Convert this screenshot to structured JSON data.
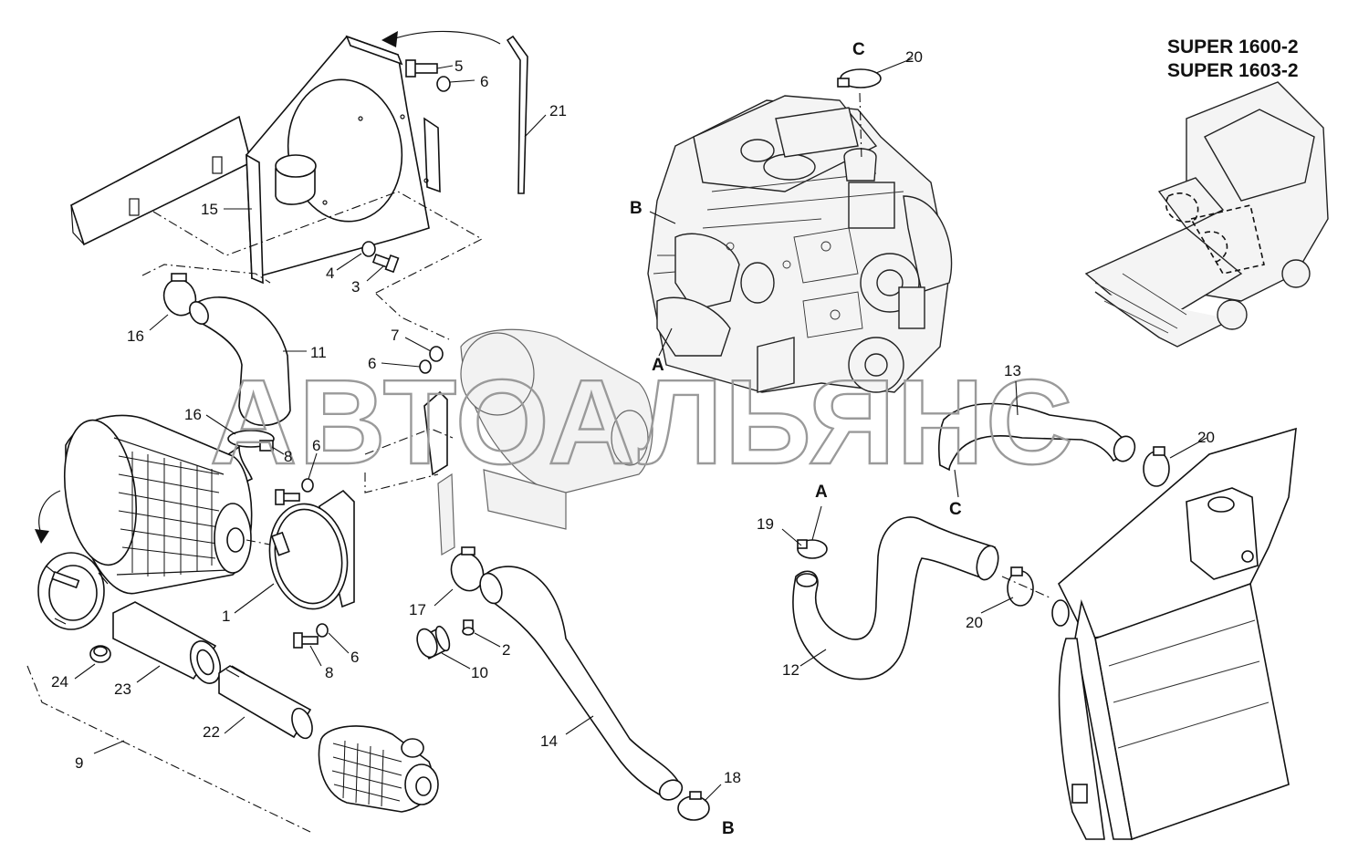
{
  "watermark": "АВТОАЛЬЯНС",
  "models": [
    "SUPER 1600-2",
    "SUPER 1603-2"
  ],
  "callouts": {
    "c5": "5",
    "c6a": "6",
    "c21": "21",
    "c15": "15",
    "c4": "4",
    "c3": "3",
    "c16a": "16",
    "c11": "11",
    "c7": "7",
    "c6b": "6",
    "c16b": "16",
    "c8a": "8",
    "c6c": "6",
    "c1": "1",
    "c8b": "8",
    "c6d": "6",
    "c17": "17",
    "c2": "2",
    "c10": "10",
    "c24": "24",
    "c23": "23",
    "c22": "22",
    "c9": "9",
    "c14": "14",
    "c18": "18",
    "c20a": "20",
    "c13": "13",
    "c20b": "20",
    "c19": "19",
    "c20c": "20",
    "c12": "12"
  },
  "refs": {
    "cTop": "C",
    "bTop": "B",
    "aTop": "A",
    "aMid": "A",
    "cMid": "C",
    "bBot": "B"
  }
}
